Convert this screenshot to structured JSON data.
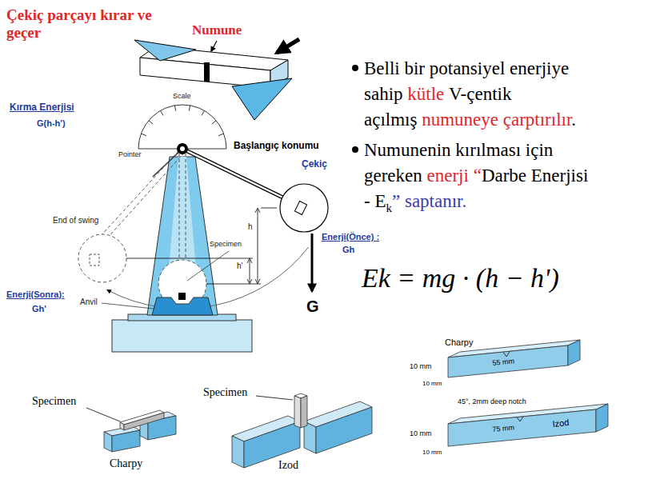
{
  "diagram": {
    "title": "Çekiç parçayı kırar ve geçer",
    "labels": [
      "Numune",
      "Kırma Enerjisi",
      "G(h-h')",
      "Scale",
      "Pointer",
      "Başlangıç konumu",
      "Çekiç",
      "End of swing",
      "Specimen",
      "h",
      "h'",
      "Enerji(Önce) :",
      "Gh",
      "Enerji(Sonra):",
      "Gh'",
      "Anvil",
      "G",
      "Belli bir potansiyel enerjiye sahip",
      "kütle",
      "V-çentik açılmış",
      "numuneye çarptırılır",
      ".",
      "Numunenin kırılması için gereken",
      "enerji “",
      "Darbe Enerjisi - E",
      "k",
      "” saptanır.",
      "Ek = mg · (h − h')",
      "Specimen",
      "Charpy",
      "Specimen",
      "Izod",
      "Charpy",
      "10 mm",
      "55 mm",
      "10 mm",
      "45°, 2mm deep notch",
      "10 mm",
      "Izod",
      "75 mm",
      "10 mm"
    ]
  }
}
